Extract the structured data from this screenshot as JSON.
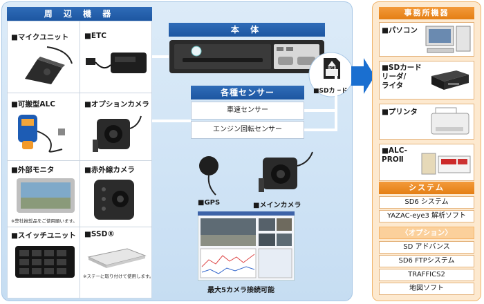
{
  "peripherals": {
    "title": "周 辺 機 器",
    "items": [
      {
        "label": "■マイクユニット"
      },
      {
        "label": "■ETC"
      },
      {
        "label": "■可搬型ALC"
      },
      {
        "label": "■オプションカメラ"
      },
      {
        "label": "■外部モニタ",
        "note": "※弊社推奨品をご使用願います。"
      },
      {
        "label": "■赤外線カメラ"
      },
      {
        "label": "■スイッチユニット"
      },
      {
        "label": "■SSD®",
        "note": "※ステーに取り付けて使用します。"
      }
    ]
  },
  "main_unit": {
    "title": "本 体",
    "sd_card_label": "■SDカード",
    "sd_card_text": "8GB"
  },
  "sensors": {
    "title": "各種センサー",
    "items": [
      "車速センサー",
      "エンジン回転センサー"
    ]
  },
  "devices": {
    "gps_label": "■GPS",
    "main_camera_label": "■メインカメラ",
    "screen_caption": "最大5カメラ接続可能"
  },
  "office": {
    "title": "事務所機器",
    "items": [
      {
        "label": "■パソコン"
      },
      {
        "label": "■SDカード\nリーダ/\nライタ"
      },
      {
        "label": "■プリンタ"
      },
      {
        "label": "■ALC-\nPROⅡ"
      }
    ],
    "system_title": "システム",
    "system_items": [
      "SD6 システム",
      "YAZAC-eye3 解析ソフト"
    ],
    "option_title": "〈オプション〉",
    "option_items": [
      "SD アドバンス",
      "SD6 FTPシステム",
      "TRAFFICS2",
      "地図ソフト"
    ]
  },
  "colors": {
    "blue_accent": "#1d56a1",
    "orange_accent": "#e47f15",
    "arrow_blue": "#1a6fd0"
  }
}
